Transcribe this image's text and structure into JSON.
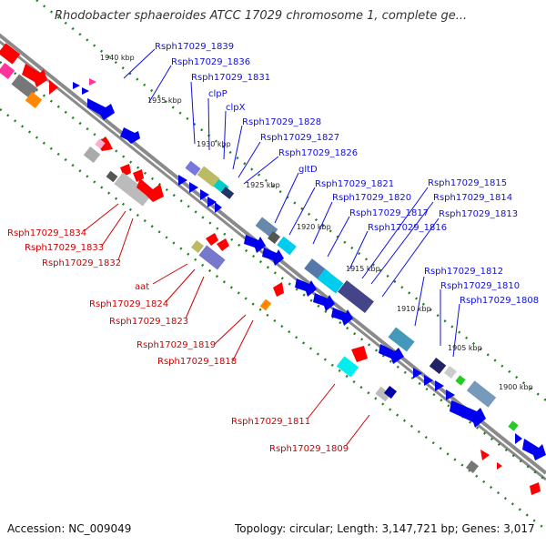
{
  "title": "Rhodobacter sphaeroides ATCC 17029 chromosome 1, complete ge...",
  "footer": {
    "accession": "Accession: NC_009049",
    "stats": "Topology: circular; Length: 3,147,721 bp; Genes: 3,017"
  },
  "scale_labels": [
    "1940 kbp",
    "1935 kbp",
    "1930 kbp",
    "1925 kbp",
    "1920 kbp",
    "1915 kbp",
    "1910 kbp",
    "1905 kbp",
    "1900 kbp"
  ],
  "genes_upper": [
    "Rsph17029_1839",
    "Rsph17029_1836",
    "Rsph17029_1831",
    "clpP",
    "clpX",
    "Rsph17029_1828",
    "Rsph17029_1827",
    "Rsph17029_1826",
    "gltD",
    "Rsph17029_1821",
    "Rsph17029_1820",
    "Rsph17029_1817",
    "Rsph17029_1816",
    "Rsph17029_1815",
    "Rsph17029_1814",
    "Rsph17029_1813",
    "Rsph17029_1812",
    "Rsph17029_1810",
    "Rsph17029_1808"
  ],
  "genes_lower": [
    "Rsph17029_1834",
    "Rsph17029_1833",
    "Rsph17029_1832",
    "aat",
    "Rsph17029_1824",
    "Rsph17029_1823",
    "Rsph17029_1819",
    "Rsph17029_1818",
    "Rsph17029_1811",
    "Rsph17029_1809"
  ],
  "colors": {
    "upper_label": "#1010e0",
    "lower_label": "#d00000",
    "backbone": "#888888",
    "scale_dots": "#208020"
  }
}
